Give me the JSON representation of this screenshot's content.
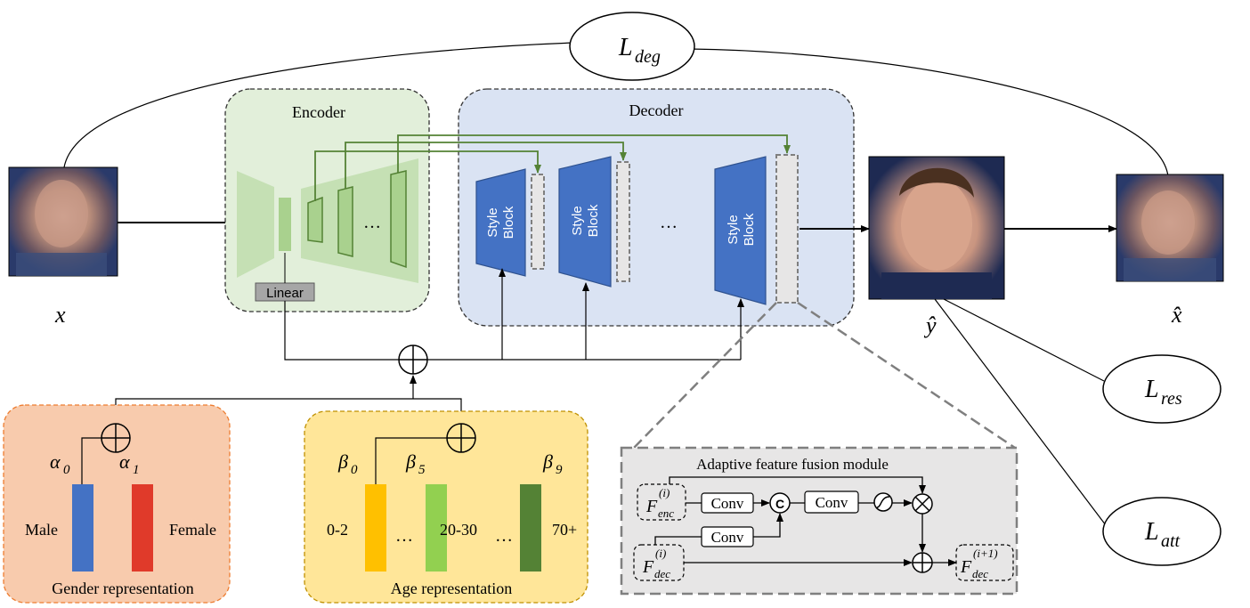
{
  "losses": {
    "deg": {
      "main": "L",
      "sub": "deg"
    },
    "res": {
      "main": "L",
      "sub": "res"
    },
    "att": {
      "main": "L",
      "sub": "att"
    }
  },
  "encoder": {
    "title": "Encoder",
    "linear": "Linear",
    "dots": "…"
  },
  "decoder": {
    "title": "Decoder",
    "style_block_line1": "Style",
    "style_block_line2": "Block",
    "dots": "…"
  },
  "io_labels": {
    "x": "x",
    "y_hat": "ŷ",
    "x_hat": "x̂"
  },
  "gender": {
    "title": "Gender representation",
    "male": "Male",
    "female": "Female",
    "alpha0": {
      "main": "α",
      "sub": "0"
    },
    "alpha1": {
      "main": "α",
      "sub": "1"
    },
    "colors": {
      "male": "#4472c4",
      "female": "#e03a2a"
    }
  },
  "age": {
    "title": "Age representation",
    "groups": [
      "0-2",
      "20-30",
      "70+"
    ],
    "dots": "…",
    "beta0": {
      "main": "β",
      "sub": "0"
    },
    "beta5": {
      "main": "β",
      "sub": "5"
    },
    "beta9": {
      "main": "β",
      "sub": "9"
    },
    "colors": {
      "g0": "#ffc000",
      "g5": "#92d050",
      "g9": "#548235"
    }
  },
  "fusion": {
    "title": "Adaptive feature fusion module",
    "conv": "Conv",
    "concat": "C",
    "f_enc": {
      "main": "F",
      "sub": "enc",
      "sup": "(i)"
    },
    "f_dec": {
      "main": "F",
      "sub": "dec",
      "sup": "(i)"
    },
    "f_out": {
      "main": "F",
      "sub": "dec",
      "sup": "(i+1)"
    }
  },
  "colors": {
    "encoder_bg": "#e2efda",
    "decoder_bg": "#dae3f3",
    "gender_bg": "#f8cbad",
    "age_bg": "#ffe699",
    "style_block": "#4472c4",
    "skip_arrow": "#548235",
    "fusion_bg": "#e7e6e6"
  }
}
